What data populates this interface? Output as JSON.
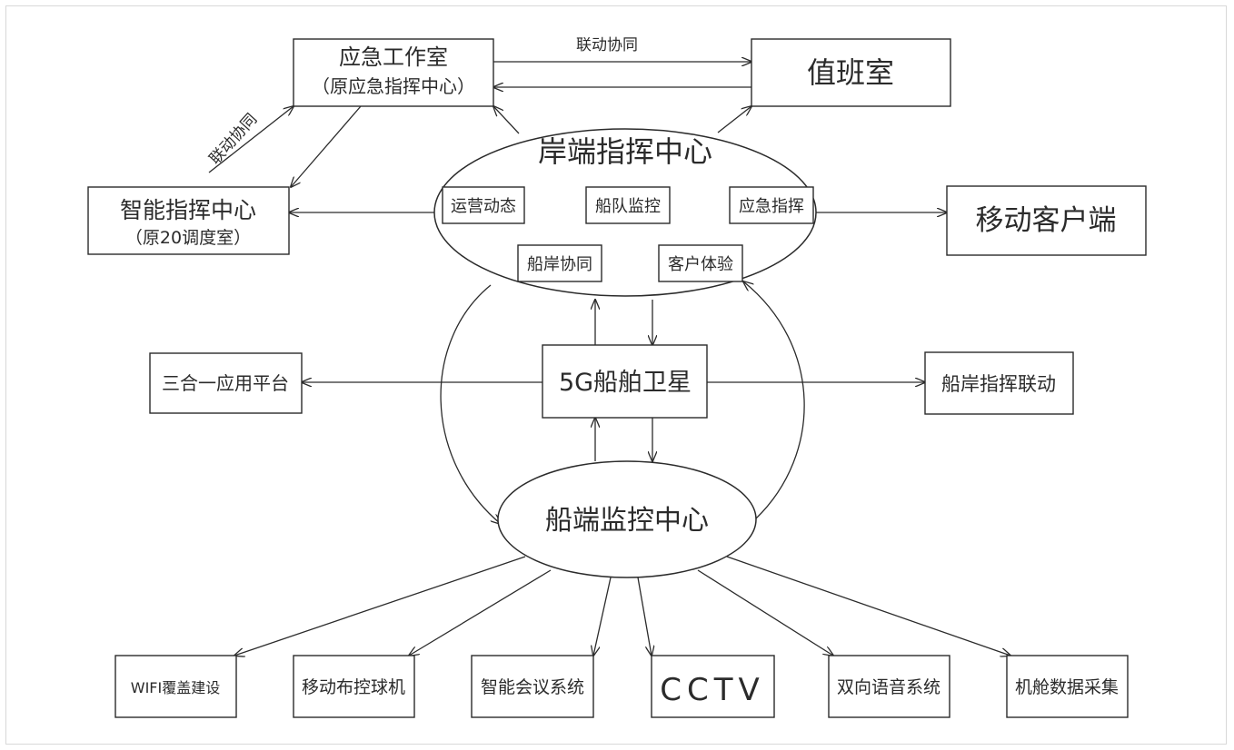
{
  "top": {
    "emergency_room": {
      "line1": "应急工作室",
      "line2": "（原应急指挥中心）"
    },
    "duty_room": "值班室",
    "link_label_top": "联动协同",
    "link_label_diag": "联动协同"
  },
  "left": {
    "smart_center": {
      "line1": "智能指挥中心",
      "line2": "（原20调度室）"
    },
    "platform": "三合一应用平台"
  },
  "right": {
    "mobile_client": "移动客户端",
    "ship_shore_link": "船岸指挥联动"
  },
  "shore_center": {
    "title": "岸端指挥中心",
    "modules": [
      "运营动态",
      "船队监控",
      "应急指挥",
      "船岸协同",
      "客户体验"
    ]
  },
  "satellite": "5G船舶卫星",
  "ship_center": "船端监控中心",
  "bottom": [
    "WIFI覆盖建设",
    "移动布控球机",
    "智能会议系统",
    "CCTV",
    "双向语音系统",
    "机舱数据采集"
  ]
}
